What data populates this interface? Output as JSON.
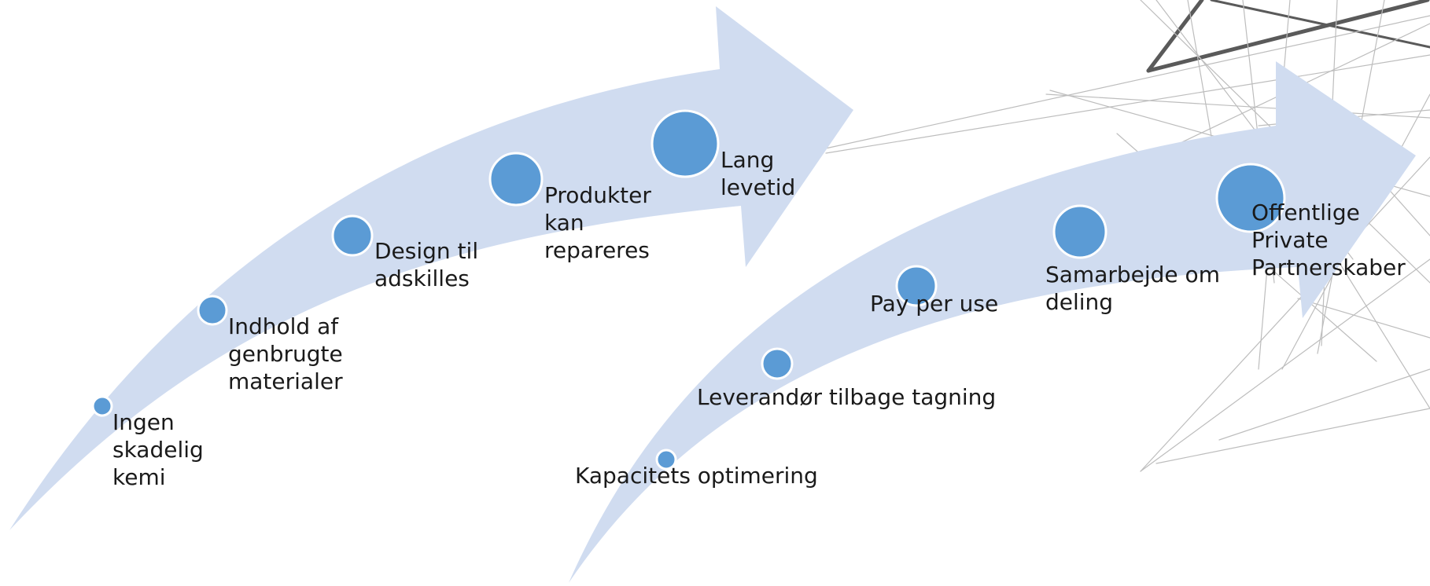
{
  "colors": {
    "arrow_fill": "#d0dcf0",
    "dot_fill": "#5b9bd5",
    "dot_stroke": "#ffffff",
    "line_dark": "#5a5a5a",
    "line_light": "#bdbdbd"
  },
  "arrow_1": {
    "steps": [
      {
        "label": "Ingen\nskadelig\nkemi"
      },
      {
        "label": "Indhold af\ngenbrugte\nmaterialer"
      },
      {
        "label": "Design til\nadskilles"
      },
      {
        "label": "Produkter\nkan\nrepareres"
      },
      {
        "label": "Lang\nlevetid"
      }
    ]
  },
  "arrow_2": {
    "steps": [
      {
        "label": "Kapacitets optimering"
      },
      {
        "label": "Leverandør tilbage tagning"
      },
      {
        "label": "Pay per use"
      },
      {
        "label": "Samarbejde om\ndeling"
      },
      {
        "label": "Offentlige\nPrivate\nPartnerskaber"
      }
    ]
  }
}
